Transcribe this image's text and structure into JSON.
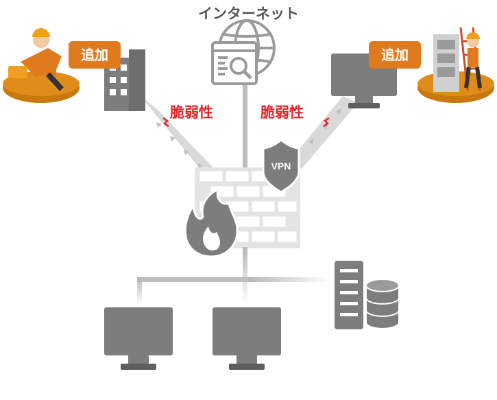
{
  "title": "インターネット",
  "badges": {
    "left": "追加",
    "right": "追加"
  },
  "vulnerability": {
    "left": "脆弱性",
    "right": "脆弱性"
  },
  "vpn_label": "VPN",
  "colors": {
    "accent_orange": "#e07a1f",
    "vulnerability_red": "#e3242b",
    "device_gray": "#7d7d7d",
    "line_gray": "#bdbdbd",
    "dark_text": "#555555"
  },
  "icons": [
    "globe-icon",
    "browser-search-icon",
    "office-building-icon",
    "monitor-icon",
    "firewall-icon",
    "fire-icon",
    "vpn-shield-icon",
    "server-rack-icon",
    "database-icon",
    "worker-toolbox-icon",
    "worker-ladder-icon"
  ]
}
